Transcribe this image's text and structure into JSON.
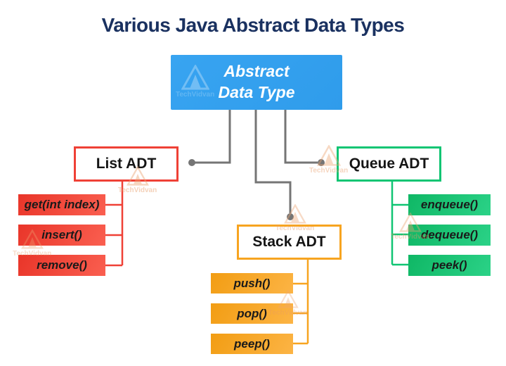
{
  "title": "Various Java Abstract Data Types",
  "root": {
    "label_line1": "Abstract",
    "label_line2": "Data Type"
  },
  "branches": [
    {
      "id": "list",
      "label": "List ADT",
      "color": "#ef4136",
      "methods": [
        "get(int index)",
        "insert()",
        "remove()"
      ]
    },
    {
      "id": "stack",
      "label": "Stack ADT",
      "color": "#f7a420",
      "methods": [
        "push()",
        "pop()",
        "peep()"
      ]
    },
    {
      "id": "queue",
      "label": "Queue ADT",
      "color": "#10c573",
      "methods": [
        "enqueue()",
        "dequeue()",
        "peek()"
      ]
    }
  ],
  "colors": {
    "title_navy": "#1a3160",
    "root_blue": "#35a1ef",
    "list_red": "#ef4136",
    "stack_orange": "#f7a420",
    "queue_green": "#10c573",
    "connector_gray": "#757575"
  },
  "watermark": {
    "text": "TechVidvan"
  }
}
